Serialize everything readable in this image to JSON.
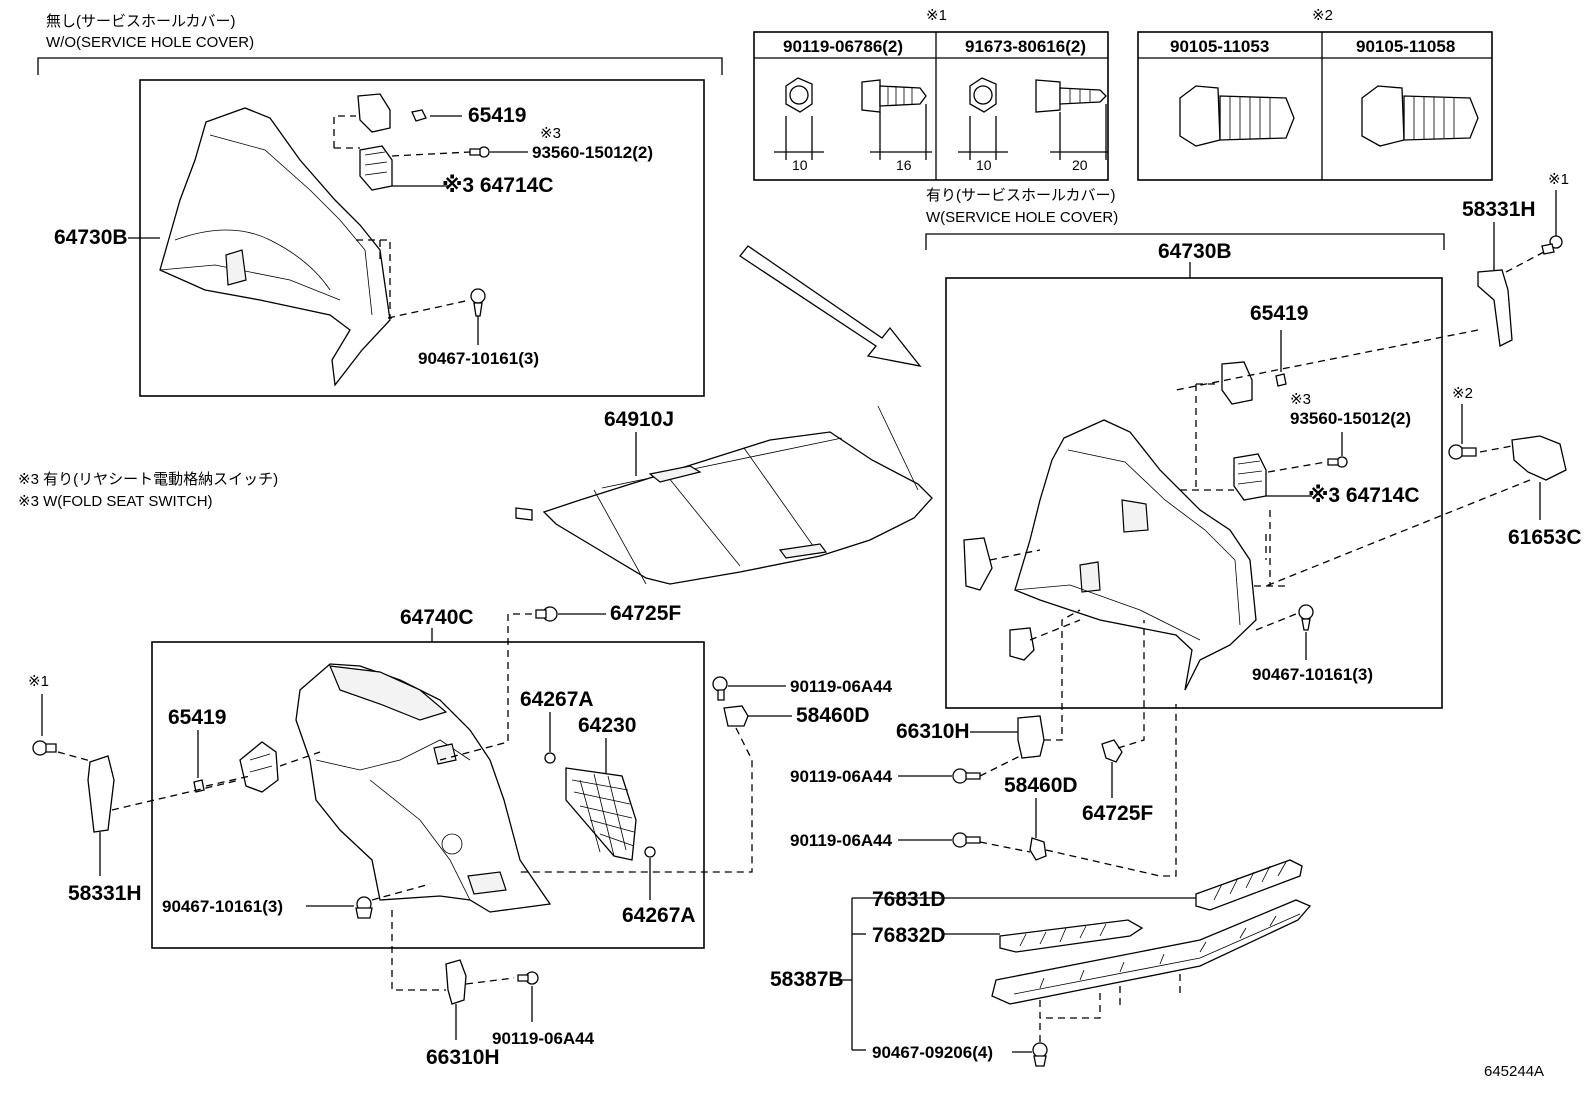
{
  "header_left": {
    "jp": "無し(サービスホールカバー)",
    "en": "W/O(SERVICE HOLE COVER)"
  },
  "header_right": {
    "jp": "有り(サービスホールカバー)",
    "en": "W(SERVICE HOLE COVER)"
  },
  "fold_note": {
    "jp": "※3 有り(リヤシート電動格納スイッチ)",
    "en": "※3 W(FOLD SEAT SWITCH)"
  },
  "fastener_table": {
    "group1_mark": "※1",
    "group2_mark": "※2",
    "cols": [
      {
        "part": "90119-06786(2)",
        "dims": [
          "10",
          "16"
        ]
      },
      {
        "part": "91673-80616(2)",
        "dims": [
          "10",
          "20"
        ]
      },
      {
        "part": "90105-11053",
        "dims": []
      },
      {
        "part": "90105-11058",
        "dims": []
      }
    ]
  },
  "labels": {
    "p64730B_left": "64730B",
    "p65419_top": "65419",
    "mark3_a": "※3",
    "p93560_a": "93560-15012(2)",
    "p64714C_a": "※3 64714C",
    "p90467_a": "90467-10161(3)",
    "p64910J": "64910J",
    "p64730B_right": "64730B",
    "p65419_right": "65419",
    "mark3_b": "※3",
    "p93560_b": "93560-15012(2)",
    "p64714C_b": "※3 64714C",
    "p90467_b": "90467-10161(3)",
    "mark1_right": "※1",
    "p58331H_right": "58331H",
    "mark2_right": "※2",
    "p61653C": "61653C",
    "p64740C": "64740C",
    "p64725F_top": "64725F",
    "p90119_06A44_a": "90119-06A44",
    "p58460D_a": "58460D",
    "p64267A_top": "64267A",
    "p64230": "64230",
    "p65419_lower": "65419",
    "mark1_left": "※1",
    "p58331H_left": "58331H",
    "p90467_c": "90467-10161(3)",
    "p64267A_bot": "64267A",
    "p90119_06A44_b": "90119-06A44",
    "p66310H_bot": "66310H",
    "p66310H_mid": "66310H",
    "p90119_06A44_c": "90119-06A44",
    "p58460D_b": "58460D",
    "p90119_06A44_d": "90119-06A44",
    "p64725F_mid": "64725F",
    "p76831D": "76831D",
    "p76832D": "76832D",
    "p58387B": "58387B",
    "p90467_09206": "90467-09206(4)",
    "drawing_no": "645244A"
  }
}
